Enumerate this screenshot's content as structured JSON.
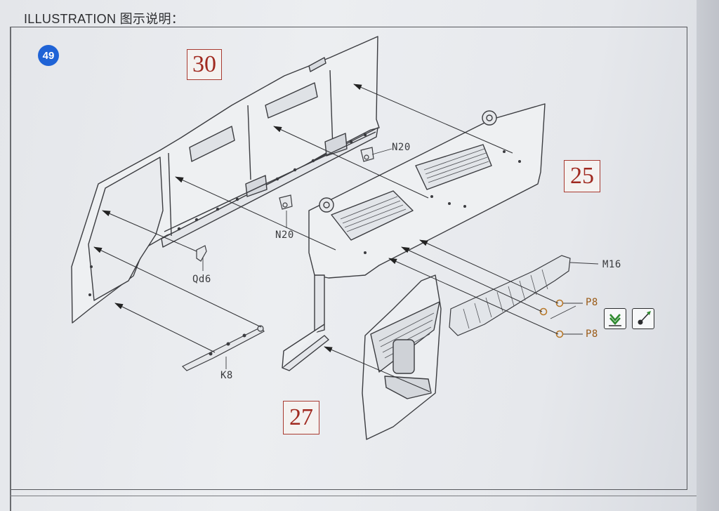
{
  "header": {
    "title": "ILLUSTRATION 图示说明："
  },
  "step": {
    "number": "49"
  },
  "reference_steps": [
    "30",
    "25",
    "27"
  ],
  "parts": {
    "n20_upper": "N20",
    "n20_lower": "N20",
    "qd6": "Qd6",
    "k8": "K8",
    "m16": "M16",
    "p8_upper": "P8",
    "p8_lower": "P8"
  },
  "icons": {
    "glue": "cement-glue-icon",
    "paint": "paint-dot-icon"
  },
  "colors": {
    "step_badge": "#1f63d6",
    "reference_box": "#a83a30",
    "line": "#3b3c40",
    "photo_etch_part": "#b7782a"
  }
}
